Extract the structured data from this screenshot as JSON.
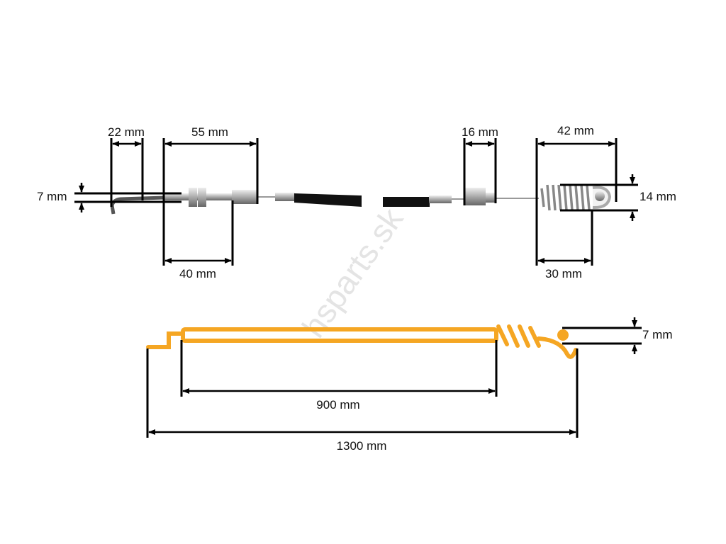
{
  "watermark": "hsparts.sk",
  "colors": {
    "cable_diagram": "#f5a623",
    "dimension_lines": "#000000",
    "sheath": "#111111",
    "metal": "#b8b8b8"
  },
  "top_left_dimensions": {
    "hook_offset": "7 mm",
    "hook_length": "22 mm",
    "thread_total": "55 mm",
    "thread_length": "40 mm"
  },
  "top_right_dimensions": {
    "ferrule_length": "16 mm",
    "spring_total": "42 mm",
    "spring_length": "30 mm",
    "spring_diameter": "14 mm"
  },
  "bottom_dimensions": {
    "sheath_length": "900 mm",
    "total_length": "1300 mm",
    "end_offset": "7 mm"
  }
}
